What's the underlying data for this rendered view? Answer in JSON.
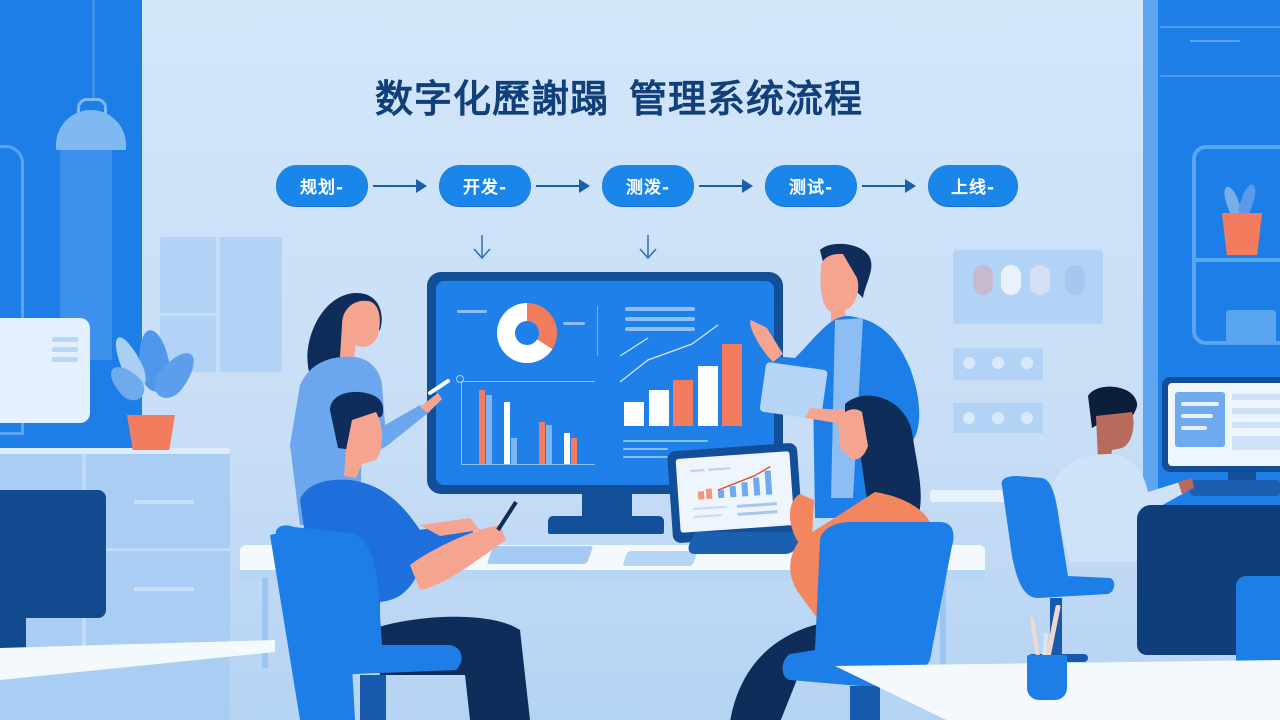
{
  "scene": {
    "type": "flat illustration",
    "description": "Office team reviewing digital management system workflow on a large monitor",
    "colors": {
      "background": "#cfe3f8",
      "primary_blue": "#1e7ee8",
      "pill_blue": "#1a86ea",
      "navy": "#134f98",
      "dark_navy": "#0f3e7d",
      "accent_coral": "#f47c5e",
      "title_color": "#103f7a",
      "white": "#ffffff"
    }
  },
  "title": {
    "part1": "数字化歷謝蹋",
    "part2": "管理系统流程"
  },
  "flow": {
    "steps": [
      {
        "label": "规划-",
        "icon": "none"
      },
      {
        "label": "开发-",
        "icon": "none"
      },
      {
        "label": "测泼-",
        "icon": "none"
      },
      {
        "label": "测试-",
        "icon": "none"
      },
      {
        "label": "上线-",
        "icon": "none"
      }
    ],
    "connector_icon": "right-arrow-icon",
    "down_arrows_under_steps": [
      2,
      3
    ],
    "down_arrow_icon": "down-arrow-icon"
  },
  "monitor": {
    "donut_chart": {
      "segments": [
        {
          "color": "#f47c5e",
          "share": 34
        },
        {
          "color": "#ffffff",
          "share": 66
        }
      ]
    },
    "left_bar_chart": {
      "pairs": [
        {
          "a": 88,
          "a_color": "#f47c5e",
          "b": 82,
          "b_color": "#7fb6f2"
        },
        {
          "a": 72,
          "a_color": "#ffffff",
          "b": 30,
          "b_color": "#7fb6f2"
        },
        {
          "a": 50,
          "a_color": "#f47c5e",
          "b": 46,
          "b_color": "#7fb6f2"
        },
        {
          "a": 36,
          "a_color": "#ffffff",
          "b": 30,
          "b_color": "#f47c5e"
        }
      ]
    },
    "right_bar_chart": {
      "bars": [
        {
          "value": 28,
          "color": "#ffffff"
        },
        {
          "value": 42,
          "color": "#ffffff"
        },
        {
          "value": 53,
          "color": "#f47c5e"
        },
        {
          "value": 68,
          "color": "#ffffff"
        },
        {
          "value": 94,
          "color": "#f47c5e"
        }
      ]
    }
  }
}
